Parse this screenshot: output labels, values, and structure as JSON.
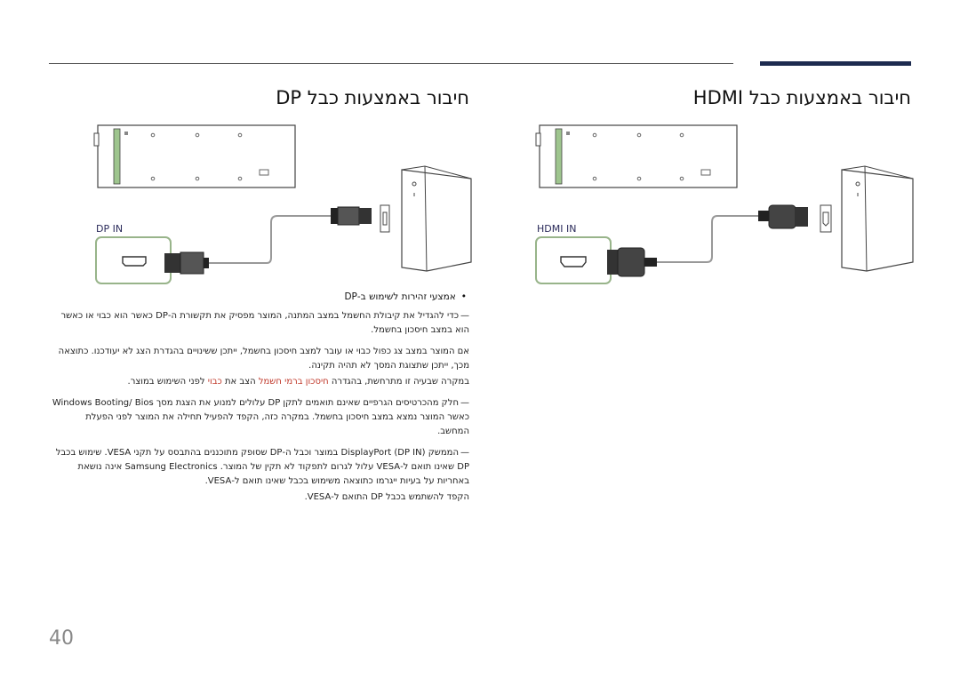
{
  "header": {
    "heading_hdmi": "חיבור באמצעות כבל HDMI",
    "heading_dp": "חיבור באמצעות כבל DP"
  },
  "diagram": {
    "hdmi_port_label": "HDMI IN",
    "dp_port_label": "DP IN"
  },
  "bullet": "אמצעי זהירות לשימוש ב-DP",
  "notes": [
    {
      "text": "כדי להגדיל את קיבולת החשמל במצב המתנה, המוצר מפסיק את תקשורת ה-DP כאשר הוא כבוי או כאשר הוא במצב חיסכון בחשמל."
    },
    {
      "text": "אם המוצר במצב צג כפול כבוי או עובר למצב חיסכון בחשמל, ייתכן ששינויים בהגדרת הצג לא יעודכנו. כתוצאה מכך, ייתכן שתצוגת המסך לא תהיה תקינה."
    },
    {
      "text_before": "במקרה שבעיה זו מתרחשת, בהגדרה ",
      "highlight1": "חיסכון ברמי חשמל",
      "text_mid": " הצב את ",
      "highlight2": "כבוי",
      "text_after": " לפני השימוש במוצר."
    },
    {
      "text": "חלק מהכרטיסים הגרפיים שאינם תואמים לתקן DP עלולים למנוע את הצגת מסך Windows Booting/ Bios כאשר המוצר נמצא במצב חיסכון בחשמל. במקרה כזה, הקפד להפעיל תחילה את המוצר לפני הפעלת המחשב."
    },
    {
      "text": "הממשק DisplayPort (DP IN) במוצר וכבל ה-DP שסופק מתוכננים בהתבסס על תקני VESA. שימוש בכבל DP שאינו תואם ל-VESA עלול לגרום לתפקוד לא תקין של המוצר. Samsung Electronics אינה נושאת באחריות על בעיות ייגרמו כתוצאה משימוש בכבל שאינו תואם ל-VESA."
    },
    {
      "text": "הקפד להשתמש בכבל DP התואם ל-VESA."
    }
  ],
  "page_number": "40"
}
